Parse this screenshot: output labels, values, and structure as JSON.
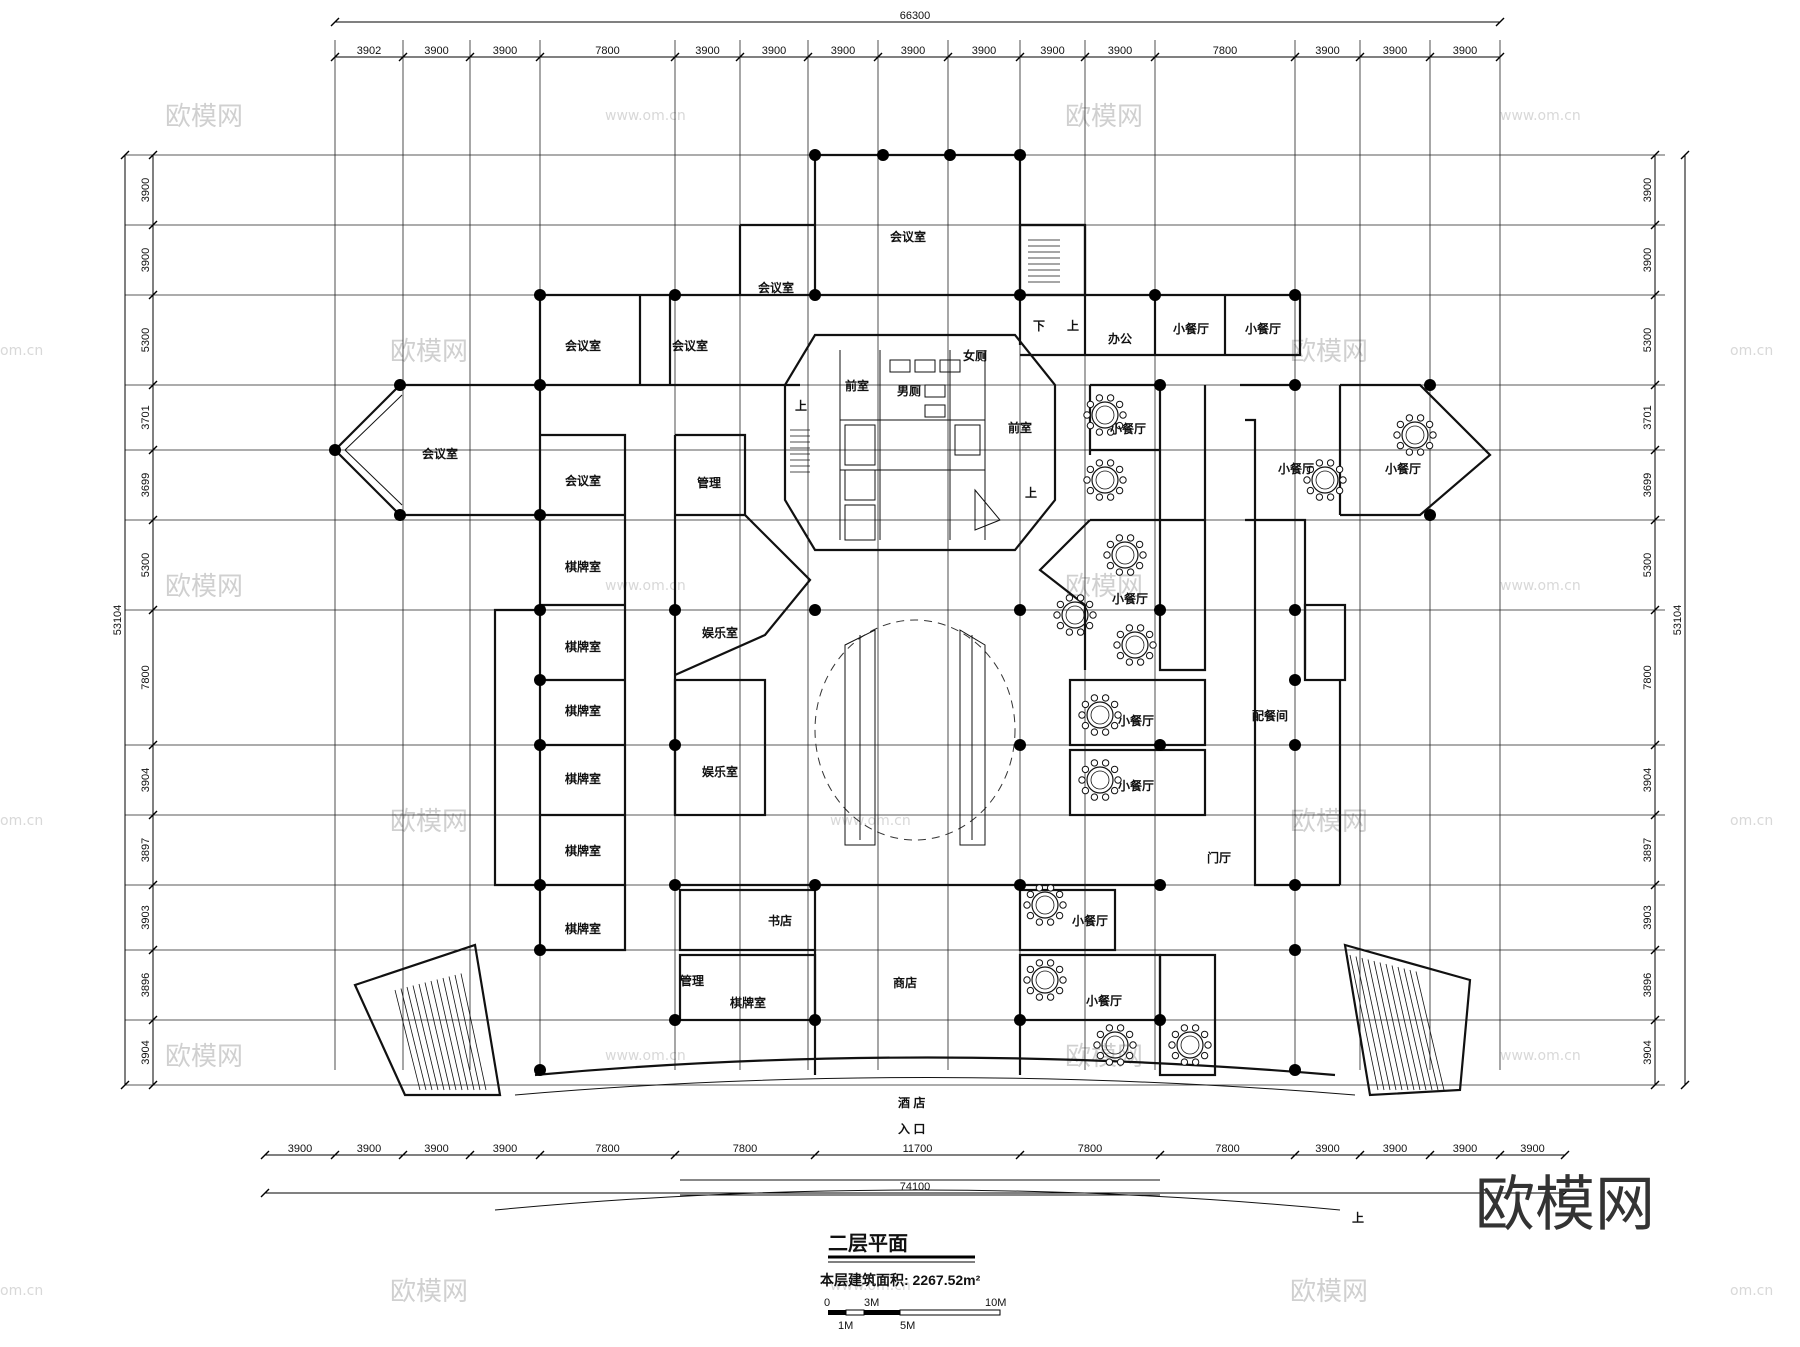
{
  "top_overall": "66300",
  "top_dims": [
    "3902",
    "3900",
    "3900",
    "7800",
    "3900",
    "3900",
    "3900",
    "3900",
    "3900",
    "3900",
    "3900",
    "7800",
    "3900",
    "3900",
    "3900"
  ],
  "bottom_overall": "74100",
  "bottom_dims": [
    "3900",
    "3900",
    "3900",
    "3900",
    "7800",
    "7800",
    "11700",
    "7800",
    "7800",
    "3900",
    "3900",
    "3900",
    "3900"
  ],
  "side_overall": "53104",
  "side_dims": [
    "3900",
    "3900",
    "5300",
    "3701",
    "3699",
    "5300",
    "7800",
    "3904",
    "3897",
    "3903",
    "3896",
    "3904"
  ],
  "rooms": {
    "meeting_top": "会议室",
    "meeting_a": "会议室",
    "meeting_b": "会议室",
    "meeting_c": "会议室",
    "meeting_d": "会议室",
    "meeting_e": "会议室",
    "front_room_l": "前室",
    "front_room_r": "前室",
    "women_wc": "女厕",
    "men_wc": "男厕",
    "office": "办公",
    "small_dining_1": "小餐厅",
    "small_dining_2": "小餐厅",
    "small_dining_3": "小餐厅",
    "small_dining_4": "小餐厅",
    "small_dining_5": "小餐厅",
    "small_dining_6": "小餐厅",
    "small_dining_7": "小餐厅",
    "small_dining_8": "小餐厅",
    "small_dining_9": "小餐厅",
    "small_dining_10": "小餐厅",
    "manage": "管理",
    "chess_1": "棋牌室",
    "chess_2": "棋牌室",
    "chess_3": "棋牌室",
    "chess_4": "棋牌室",
    "chess_5": "棋牌室",
    "chess_6": "棋牌室",
    "chess_7": "棋牌室",
    "ent_1": "娱乐室",
    "ent_2": "娱乐室",
    "pantry": "配餐间",
    "lobby": "门厅",
    "bookstore": "书店",
    "shop": "商店",
    "manage_2": "管理",
    "hotel": "酒 店",
    "entrance": "入 口",
    "stair_up": "上",
    "stair_down": "下",
    "stair_up_2": "上",
    "stair_up_3": "上",
    "stair_up_4": "上"
  },
  "title": "二层平面",
  "area_label": "本层建筑面积: 2267.52m²",
  "scale": {
    "s0": "0",
    "s3": "3M",
    "s10": "10M",
    "s1": "1M",
    "s5": "5M"
  },
  "watermark_big": "欧模网",
  "watermark_small": "www.om.cn",
  "watermark_edge": "om.cn"
}
